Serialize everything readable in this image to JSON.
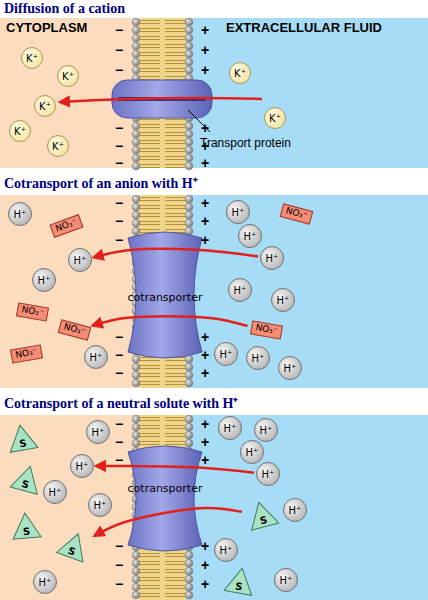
{
  "diagram": {
    "nodes": [
      {
        "text": [
          "Diffusion of a cation"
        ]
      },
      {
        "text": [
          "Cotransport of an anion with H⁺"
        ]
      },
      {
        "text": [
          "Cotransport of a neutral solute with H⁺"
        ]
      },
      {
        "text": [
          "K⁺"
        ],
        "in": 0
      },
      {
        "text": [
          "K⁺"
        ],
        "in": 0
      },
      {
        "text": [
          "K⁺"
        ],
        "in": 0
      },
      {
        "text": [
          "K⁺"
        ],
        "in": 0
      },
      {
        "text": [
          "K⁺"
        ],
        "in": 0
      },
      {
        "text": [
          "K⁺"
        ],
        "in": 0
      },
      {
        "text": [
          "K⁺"
        ],
        "in": 0
      },
      {
        "text": [
          "cotransporter"
        ],
        "in": 1
      },
      {
        "text": [
          "H⁺"
        ],
        "in": 1
      },
      {
        "text": [
          "H⁺"
        ],
        "in": 1
      },
      {
        "text": [
          "H⁺"
        ],
        "in": 1
      },
      {
        "text": [
          "H⁺"
        ],
        "in": 1
      },
      {
        "text": [
          "H⁺"
        ],
        "in": 1
      },
      {
        "text": [
          "H⁺"
        ],
        "in": 1
      },
      {
        "text": [
          "H⁺"
        ],
        "in": 1
      },
      {
        "text": [
          "H⁺"
        ],
        "in": 1
      },
      {
        "text": [
          "H⁺"
        ],
        "in": 1
      },
      {
        "text": [
          "H⁺"
        ],
        "in": 1
      },
      {
        "text": [
          "H⁺"
        ],
        "in": 1
      },
      {
        "text": [
          "H⁺"
        ],
        "in": 1
      },
      {
        "text": [
          "NO₃⁻"
        ],
        "in": 1
      },
      {
        "text": [
          "NO₃⁻"
        ],
        "in": 1
      },
      {
        "text": [
          "NO₃⁻"
        ],
        "in": 1
      },
      {
        "text": [
          "NO₃⁻"
        ],
        "in": 1
      },
      {
        "text": [
          "NO₃⁻"
        ],
        "in": 1
      },
      {
        "text": [
          "NO₃⁻"
        ],
        "in": 1
      },
      {
        "text": [
          "cotransporter"
        ],
        "in": 2
      },
      {
        "text": [
          "H⁺"
        ],
        "in": 2
      },
      {
        "text": [
          "H⁺"
        ],
        "in": 2
      },
      {
        "text": [
          "H⁺"
        ],
        "in": 2
      },
      {
        "text": [
          "H⁺"
        ],
        "in": 2
      },
      {
        "text": [
          "H⁺"
        ],
        "in": 2
      },
      {
        "text": [
          "H⁺"
        ],
        "in": 2
      },
      {
        "text": [
          "H⁺"
        ],
        "in": 2
      },
      {
        "text": [
          "H⁺"
        ],
        "in": 2
      },
      {
        "text": [
          "H⁺"
        ],
        "in": 2
      },
      {
        "text": [
          "H⁺"
        ],
        "in": 2
      },
      {
        "text": [
          "H⁺"
        ],
        "in": 2
      },
      {
        "text": [
          "H⁺"
        ],
        "in": 2
      },
      {
        "text": [
          "S"
        ],
        "in": 2
      },
      {
        "text": [
          "S"
        ],
        "in": 2
      },
      {
        "text": [
          "S"
        ],
        "in": 2
      },
      {
        "text": [
          "S"
        ],
        "in": 2
      },
      {
        "text": [
          "S"
        ],
        "in": 2
      },
      {
        "text": [
          "S"
        ],
        "in": 2
      }
    ],
    "edges": [
      {
        "from": 17,
        "to": 12,
        "arrow": "to"
      },
      {
        "from": 28,
        "to": 25,
        "arrow": "to"
      },
      {
        "from": 38,
        "to": 31,
        "arrow": "to"
      },
      {
        "from": 46,
        "to": 45,
        "arrow": "to"
      }
    ],
    "labels": [
      "CYTOPLASM",
      "EXTRACELLULAR FLUID",
      "Transport protein",
      "−",
      "−",
      "−",
      "−",
      "−",
      "−",
      "+",
      "+",
      "+",
      "+",
      "+",
      "+",
      "−",
      "−",
      "−",
      "−",
      "−",
      "−",
      "+",
      "+",
      "+",
      "+",
      "+",
      "+",
      "−",
      "−",
      "−",
      "−",
      "−",
      "−",
      "+",
      "+",
      "+",
      "+",
      "+",
      "+"
    ]
  }
}
